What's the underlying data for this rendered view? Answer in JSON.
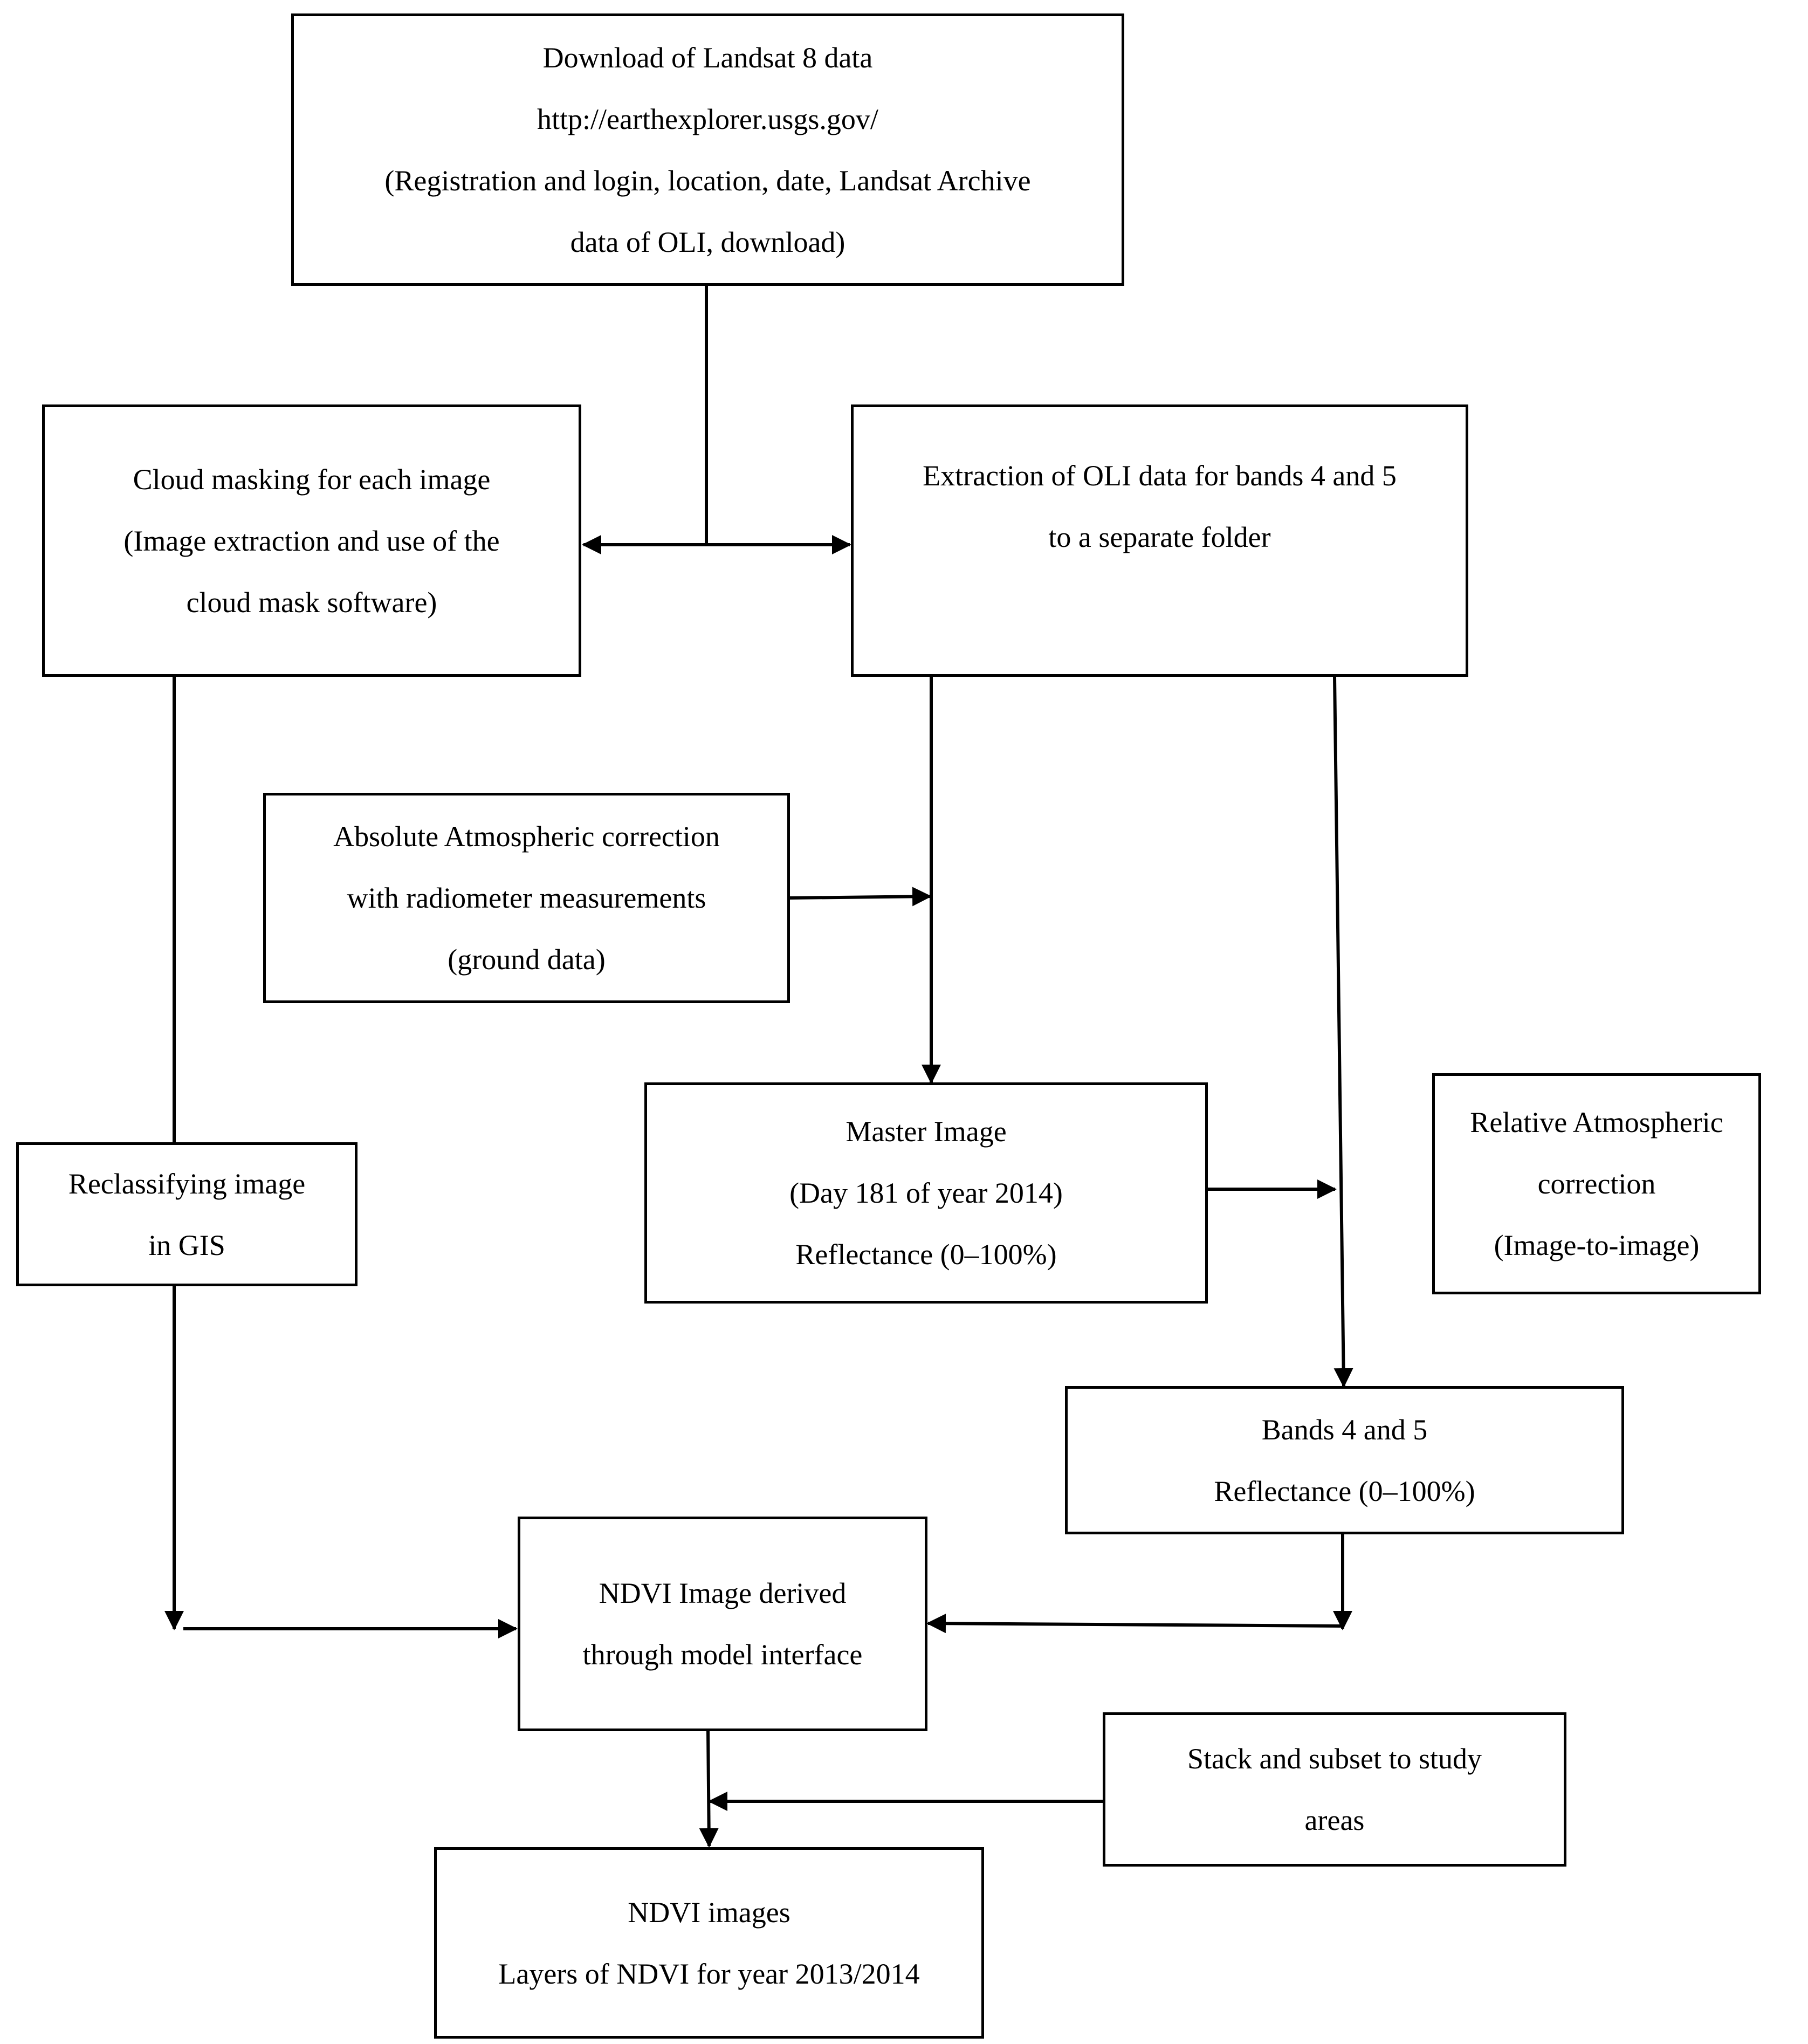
{
  "boxes": {
    "download": {
      "lines": [
        "Download of Landsat 8 data",
        "http://earthexplorer.usgs.gov/",
        "(Registration and login, location, date, Landsat Archive",
        "data of OLI, download)"
      ]
    },
    "cloud": {
      "lines": [
        "Cloud masking for each image",
        "(Image extraction and use of the",
        "cloud mask software)"
      ]
    },
    "extraction": {
      "lines": [
        "Extraction of OLI data for bands 4 and 5",
        "to a separate folder"
      ]
    },
    "absolute": {
      "lines": [
        "Absolute Atmospheric correction",
        "with radiometer measurements",
        "(ground data)"
      ]
    },
    "master": {
      "lines": [
        "Master Image",
        "(Day 181 of year 2014)",
        "Reflectance (0–100%)"
      ]
    },
    "relative": {
      "lines": [
        "Relative Atmospheric",
        "correction",
        "(Image-to-image)"
      ]
    },
    "reclass": {
      "lines": [
        "Reclassifying image",
        "in GIS"
      ]
    },
    "bands": {
      "lines": [
        "Bands 4 and 5",
        "Reflectance (0–100%)"
      ]
    },
    "ndvi_derived": {
      "lines": [
        "NDVI Image derived",
        "through model interface"
      ]
    },
    "stack": {
      "lines": [
        "Stack and subset to study",
        "areas"
      ]
    },
    "ndvi_images": {
      "lines": [
        "NDVI images",
        "Layers of NDVI for year 2013/2014"
      ]
    }
  }
}
